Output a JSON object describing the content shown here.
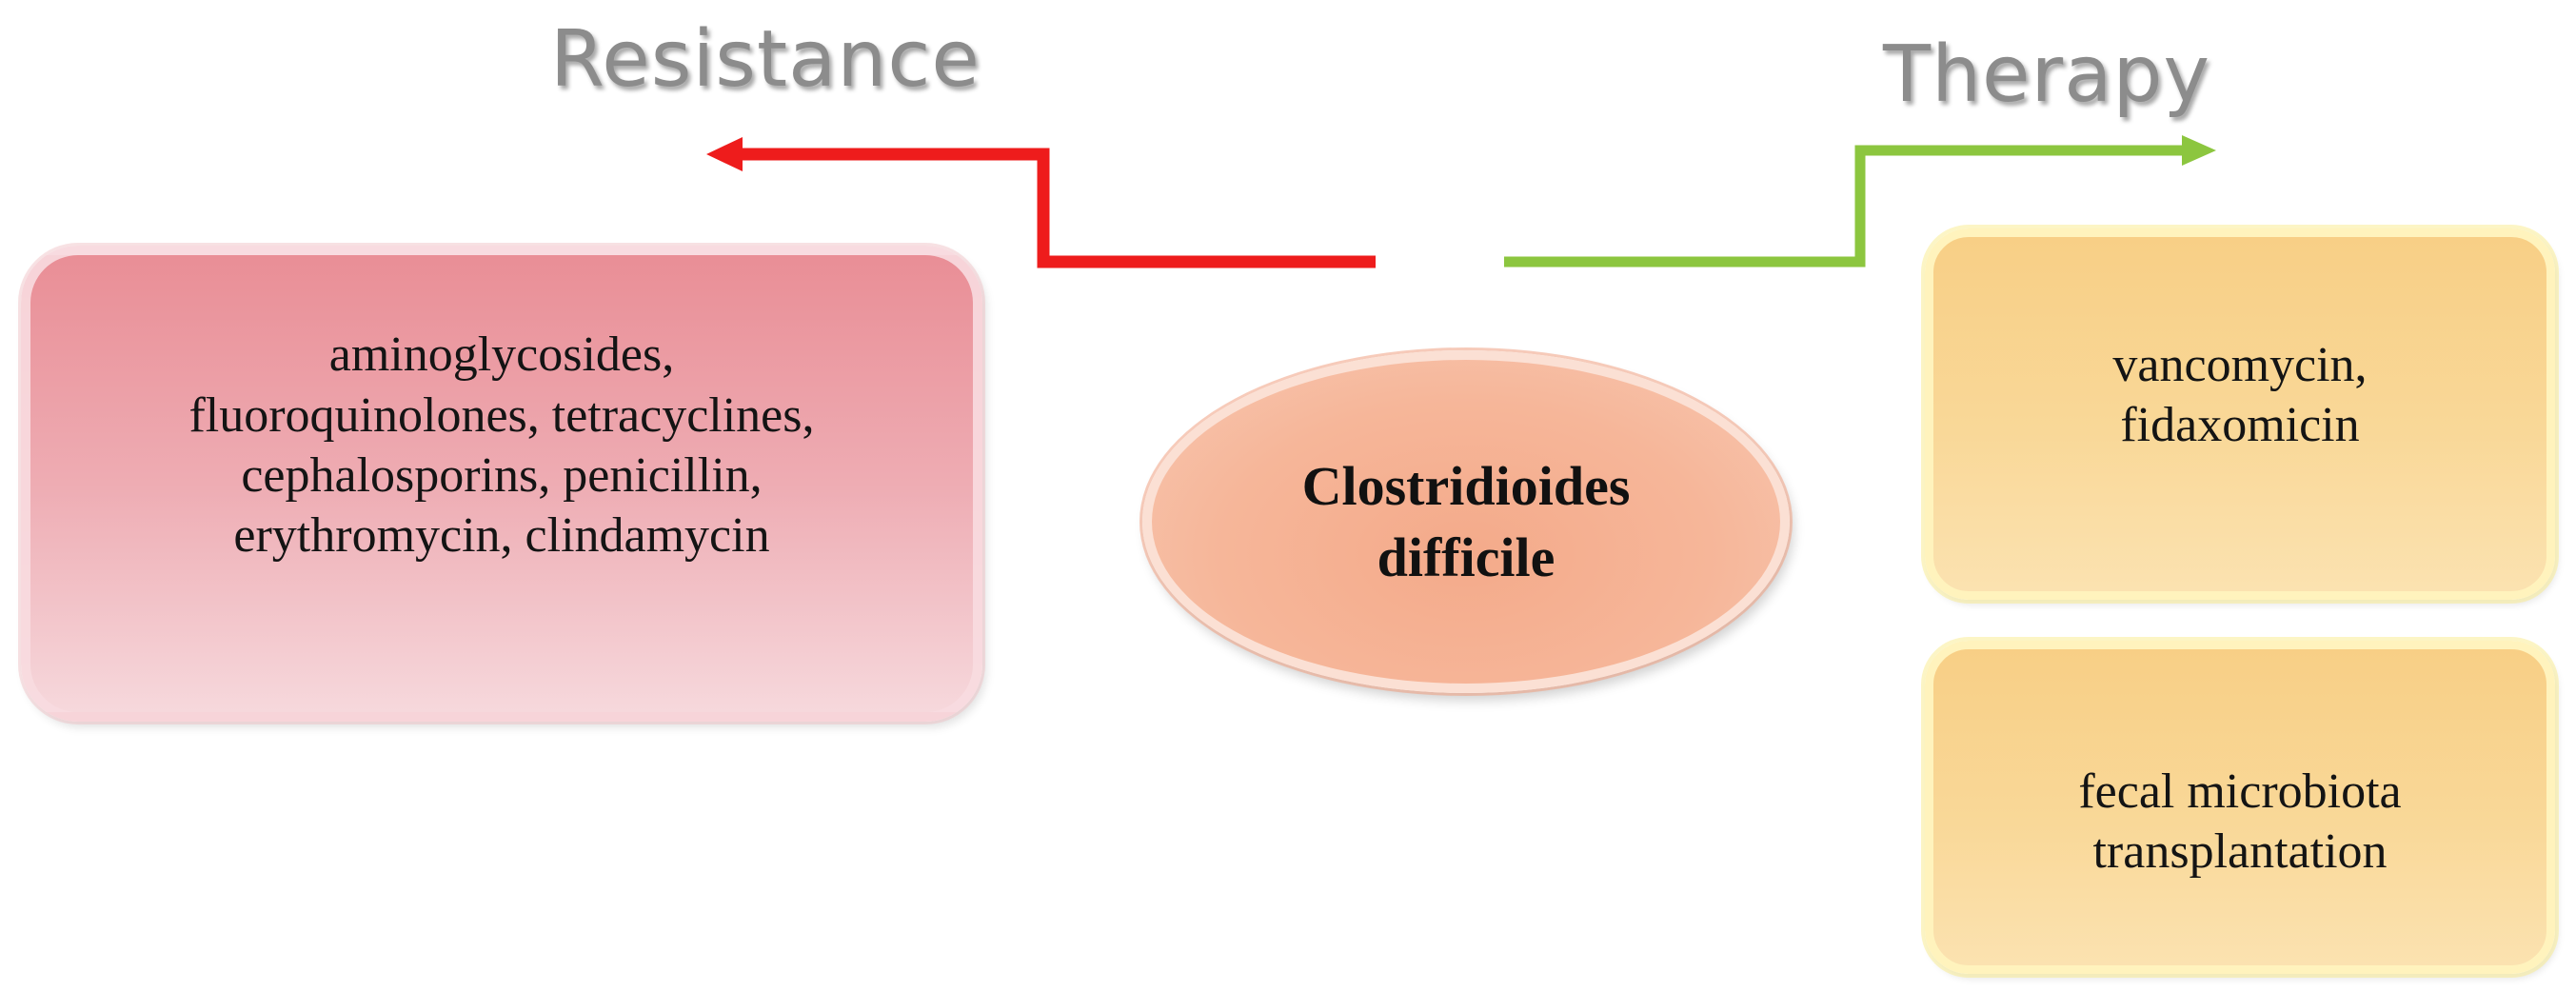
{
  "headings": {
    "resistance": "Resistance",
    "therapy": "Therapy"
  },
  "center": {
    "label": "Clostridioides\ndifficile"
  },
  "resistance_box": {
    "text": "aminoglycosides,\nfluoroquinolones, tetracyclines,\ncephalosporins, penicillin,\nerythromycin, clindamycin"
  },
  "therapy_boxes": [
    {
      "text": "vancomycin,\nfidaxomicin"
    },
    {
      "text": "fecal microbiota\ntransplantation"
    }
  ],
  "colors": {
    "resistance_arrow": "#ee1c1c",
    "therapy_arrow": "#8cc63f",
    "heading_text": "#8c8c8c",
    "resistance_box_fill": "#eeacb3",
    "therapy_box_fill": "#f9d898",
    "center_fill": "#f6b699"
  },
  "arrows": [
    {
      "from": "center",
      "to": "Resistance",
      "color_name": "red"
    },
    {
      "from": "center",
      "to": "Therapy",
      "color_name": "green"
    }
  ]
}
